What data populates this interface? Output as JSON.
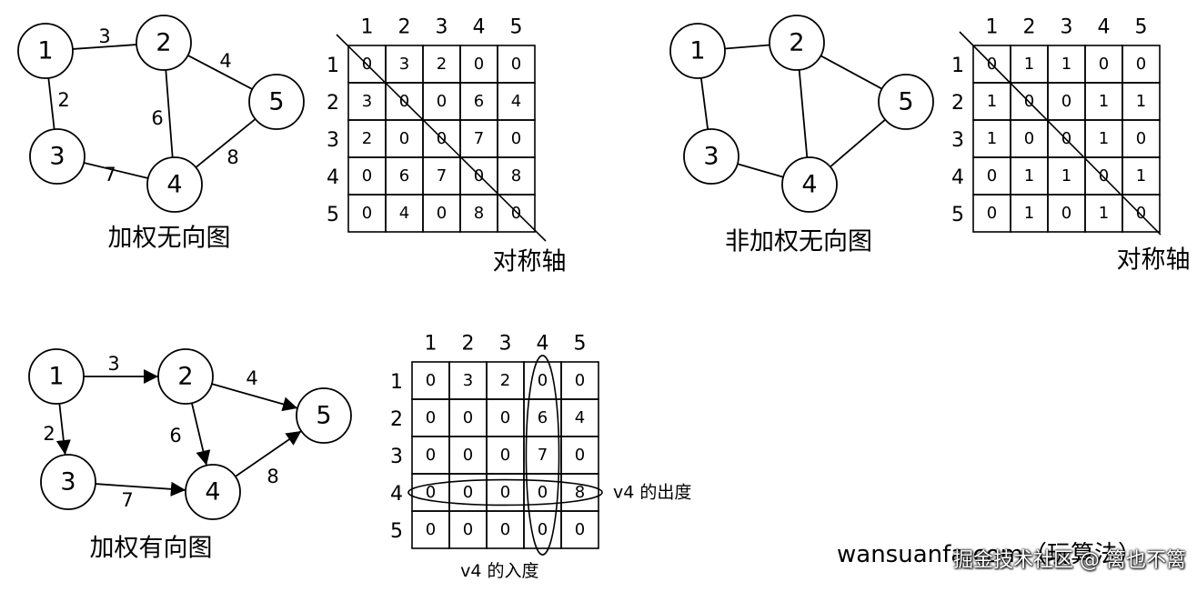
{
  "colors": {
    "stroke": "#000000",
    "background": "#ffffff",
    "watermark": "#ffffff"
  },
  "graphs": [
    {
      "caption": "加权无向图",
      "directed": false,
      "nodes": [
        "1",
        "2",
        "3",
        "4",
        "5"
      ],
      "edges": [
        {
          "from": 0,
          "to": 1,
          "weight": "3"
        },
        {
          "from": 0,
          "to": 2,
          "weight": "2"
        },
        {
          "from": 1,
          "to": 3,
          "weight": "6"
        },
        {
          "from": 1,
          "to": 4,
          "weight": "4"
        },
        {
          "from": 2,
          "to": 3,
          "weight": "7"
        },
        {
          "from": 3,
          "to": 4,
          "weight": "8"
        }
      ]
    },
    {
      "caption": "非加权无向图",
      "directed": false,
      "nodes": [
        "1",
        "2",
        "3",
        "4",
        "5"
      ],
      "edges": [
        {
          "from": 0,
          "to": 1,
          "weight": ""
        },
        {
          "from": 0,
          "to": 2,
          "weight": ""
        },
        {
          "from": 1,
          "to": 3,
          "weight": ""
        },
        {
          "from": 1,
          "to": 4,
          "weight": ""
        },
        {
          "from": 2,
          "to": 3,
          "weight": ""
        },
        {
          "from": 3,
          "to": 4,
          "weight": ""
        }
      ]
    },
    {
      "caption": "加权有向图",
      "directed": true,
      "nodes": [
        "1",
        "2",
        "3",
        "4",
        "5"
      ],
      "edges": [
        {
          "from": 0,
          "to": 1,
          "weight": "3"
        },
        {
          "from": 0,
          "to": 2,
          "weight": "2"
        },
        {
          "from": 1,
          "to": 3,
          "weight": "6"
        },
        {
          "from": 1,
          "to": 4,
          "weight": "4"
        },
        {
          "from": 2,
          "to": 3,
          "weight": "7"
        },
        {
          "from": 3,
          "to": 4,
          "weight": "8"
        }
      ]
    }
  ],
  "matrices": [
    {
      "col_headers": [
        "1",
        "2",
        "3",
        "4",
        "5"
      ],
      "row_headers": [
        "1",
        "2",
        "3",
        "4",
        "5"
      ],
      "cells": [
        [
          "0",
          "3",
          "2",
          "0",
          "0"
        ],
        [
          "3",
          "0",
          "0",
          "6",
          "4"
        ],
        [
          "2",
          "0",
          "0",
          "7",
          "0"
        ],
        [
          "0",
          "6",
          "7",
          "0",
          "8"
        ],
        [
          "0",
          "4",
          "0",
          "8",
          "0"
        ]
      ],
      "diagonal_label": "对称轴"
    },
    {
      "col_headers": [
        "1",
        "2",
        "3",
        "4",
        "5"
      ],
      "row_headers": [
        "1",
        "2",
        "3",
        "4",
        "5"
      ],
      "cells": [
        [
          "0",
          "1",
          "1",
          "0",
          "0"
        ],
        [
          "1",
          "0",
          "0",
          "1",
          "1"
        ],
        [
          "1",
          "0",
          "0",
          "1",
          "0"
        ],
        [
          "0",
          "1",
          "1",
          "0",
          "1"
        ],
        [
          "0",
          "1",
          "0",
          "1",
          "0"
        ]
      ],
      "diagonal_label": "对称轴"
    },
    {
      "col_headers": [
        "1",
        "2",
        "3",
        "4",
        "5"
      ],
      "row_headers": [
        "1",
        "2",
        "3",
        "4",
        "5"
      ],
      "cells": [
        [
          "0",
          "3",
          "2",
          "0",
          "0"
        ],
        [
          "0",
          "0",
          "0",
          "6",
          "4"
        ],
        [
          "0",
          "0",
          "0",
          "7",
          "0"
        ],
        [
          "0",
          "0",
          "0",
          "0",
          "8"
        ],
        [
          "0",
          "0",
          "0",
          "0",
          "0"
        ]
      ],
      "row_highlight_label": "v4 的出度",
      "col_highlight_label": "v4 的入度"
    }
  ],
  "site_label": "wansuanfa.com（玩算法）",
  "watermark": "掘金技术社区 @ 篱也不篱"
}
